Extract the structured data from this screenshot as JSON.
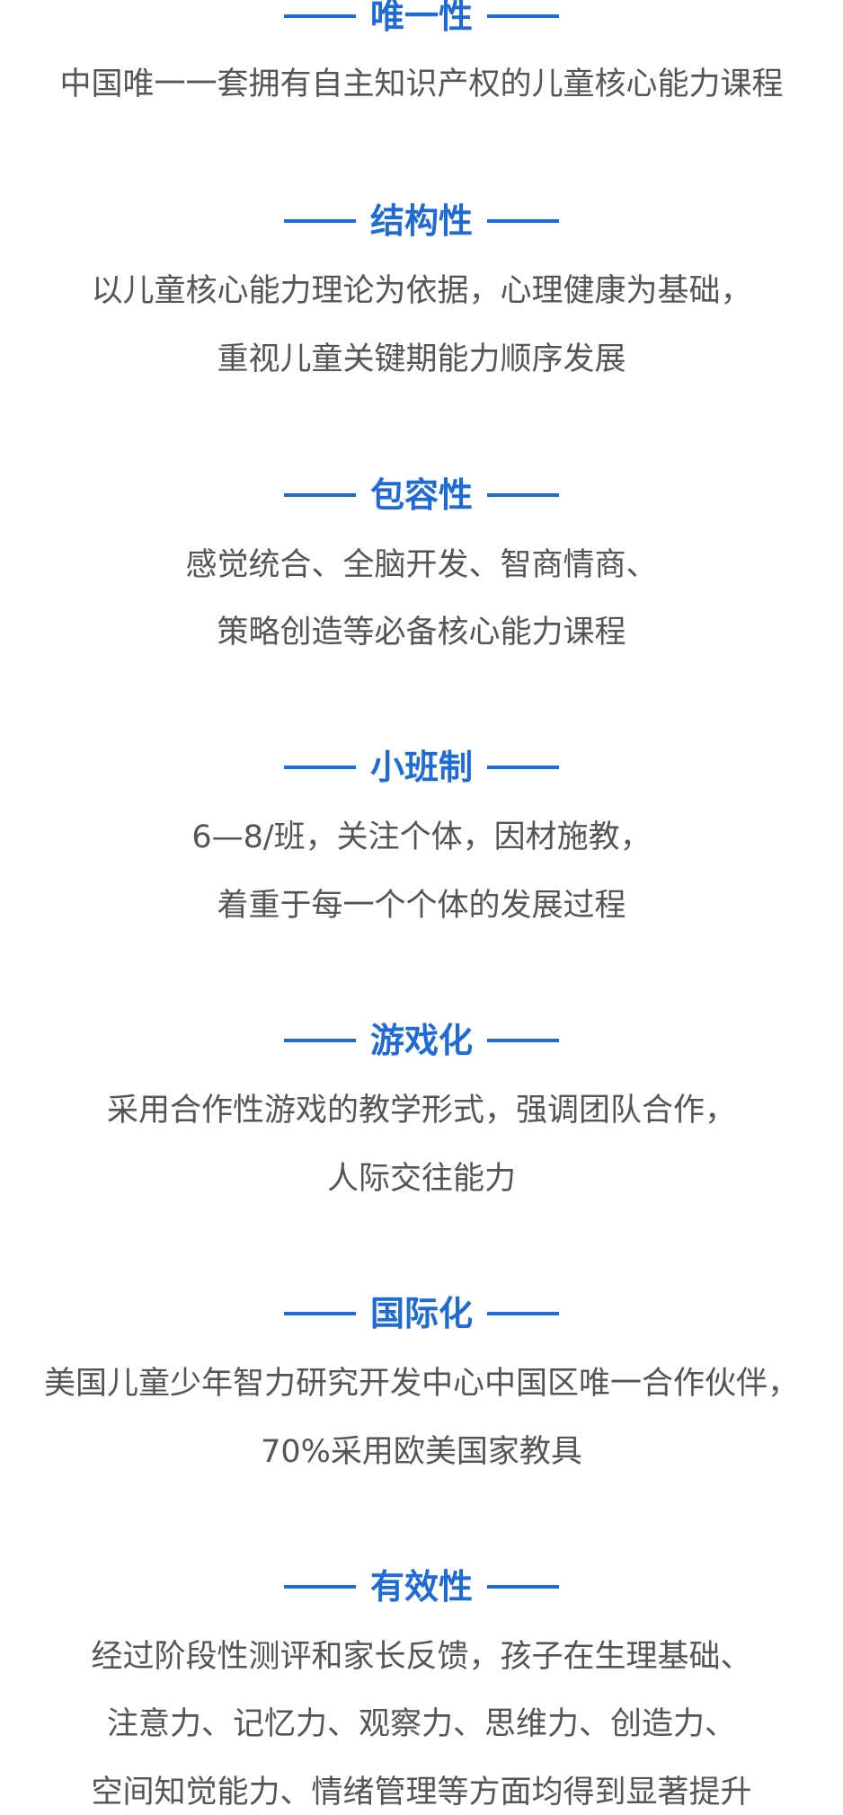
{
  "colors": {
    "accent": "#1e6ad6",
    "text": "#555555",
    "background": "#ffffff"
  },
  "features": [
    {
      "title": "唯一性",
      "lines": [
        "中国唯一一套拥有自主知识产权的儿童核心能力课程"
      ]
    },
    {
      "title": "结构性",
      "lines": [
        "以儿童核心能力理论为依据，心理健康为基础，",
        "重视儿童关键期能力顺序发展"
      ]
    },
    {
      "title": "包容性",
      "lines": [
        "感觉统合、全脑开发、智商情商、",
        "策略创造等必备核心能力课程"
      ]
    },
    {
      "title": "小班制",
      "lines": [
        "6—8/班，关注个体，因材施教，",
        "着重于每一个个体的发展过程"
      ]
    },
    {
      "title": "游戏化",
      "lines": [
        "采用合作性游戏的教学形式，强调团队合作，",
        "人际交往能力"
      ]
    },
    {
      "title": "国际化",
      "lines": [
        "美国儿童少年智力研究开发中心中国区唯一合作伙伴，",
        "70%采用欧美国家教具"
      ]
    },
    {
      "title": "有效性",
      "lines": [
        "经过阶段性测评和家长反馈，孩子在生理基础、",
        "注意力、记忆力、观察力、思维力、创造力、",
        "空间知觉能力、情绪管理等方面均得到显著提升"
      ]
    }
  ]
}
